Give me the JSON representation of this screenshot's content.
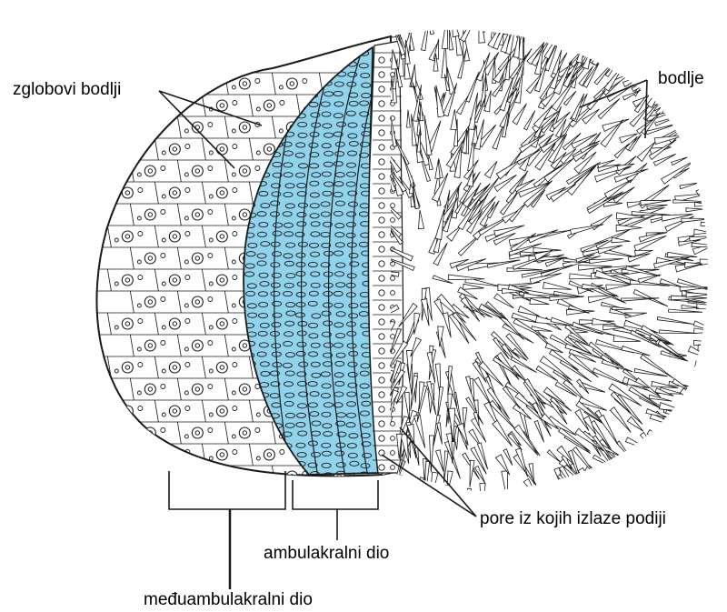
{
  "labels": {
    "spine_joints": "zglobovi bodlji",
    "spines": "bodlje",
    "pores": "pore iz kojih izlaze podiji",
    "ambulacral": "ambulakralni dio",
    "interambulacral": "međuambulakralni dio"
  },
  "colors": {
    "ambulacral_fill": "#8fd3ec",
    "outline": "#1a1a1a",
    "background": "#ffffff"
  }
}
